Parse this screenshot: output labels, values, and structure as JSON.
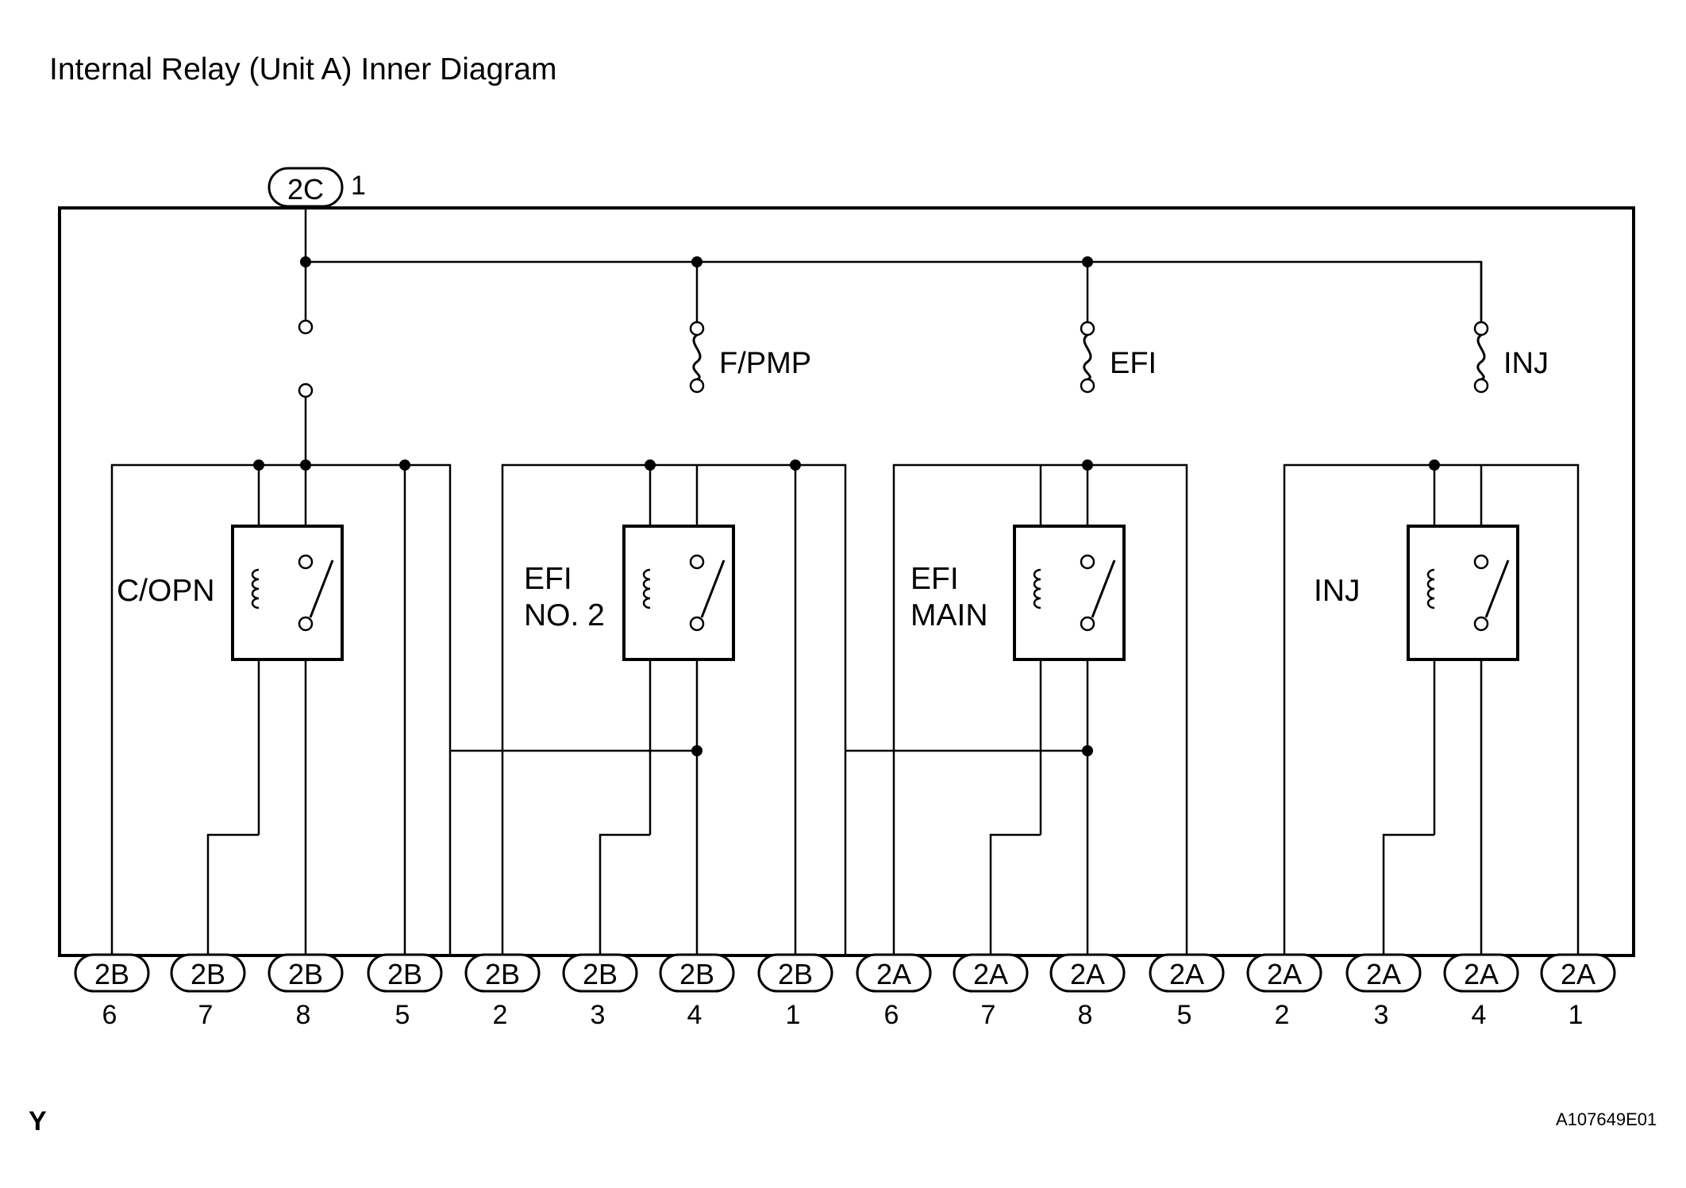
{
  "title": "Internal Relay (Unit A) Inner Diagram",
  "top_connector": {
    "code": "2C",
    "pin": "1"
  },
  "fuses": [
    {
      "label": "F/PMP"
    },
    {
      "label": "EFI"
    },
    {
      "label": "INJ"
    }
  ],
  "relays": [
    {
      "label_lines": [
        "C/OPN"
      ]
    },
    {
      "label_lines": [
        "EFI",
        "NO. 2"
      ]
    },
    {
      "label_lines": [
        "EFI",
        "MAIN"
      ]
    },
    {
      "label_lines": [
        "INJ"
      ]
    }
  ],
  "terminals": [
    {
      "code": "2B",
      "pin": "6"
    },
    {
      "code": "2B",
      "pin": "7"
    },
    {
      "code": "2B",
      "pin": "8"
    },
    {
      "code": "2B",
      "pin": "5"
    },
    {
      "code": "2B",
      "pin": "2"
    },
    {
      "code": "2B",
      "pin": "3"
    },
    {
      "code": "2B",
      "pin": "4"
    },
    {
      "code": "2B",
      "pin": "1"
    },
    {
      "code": "2A",
      "pin": "6"
    },
    {
      "code": "2A",
      "pin": "7"
    },
    {
      "code": "2A",
      "pin": "8"
    },
    {
      "code": "2A",
      "pin": "5"
    },
    {
      "code": "2A",
      "pin": "2"
    },
    {
      "code": "2A",
      "pin": "3"
    },
    {
      "code": "2A",
      "pin": "4"
    },
    {
      "code": "2A",
      "pin": "1"
    }
  ],
  "footer": {
    "left_mark": "Y",
    "figure_id": "A107649E01"
  }
}
